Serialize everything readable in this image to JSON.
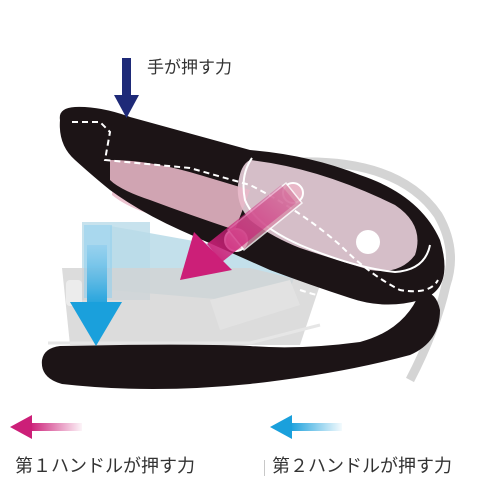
{
  "labels": {
    "hand_force": "手が押す力",
    "first_handle_force": "第１ハンドルが押す力",
    "second_handle_force": "第２ハンドルが押す力"
  },
  "colors": {
    "handle_body": "#1c1416",
    "inner_pink": "#e9b8c8",
    "inner_pink_dark": "#d88aa8",
    "pale_blue": "#b9dbe8",
    "gray_part": "#cfcfcf",
    "hand_arrow": "#1e2a78",
    "first_handle_arrow": "#cc1f78",
    "second_handle_arrow": "#1aa0dc"
  },
  "icons": {
    "hand_force_arrow": "arrow-down-icon",
    "first_handle_arrow": "arrow-down-left-icon",
    "second_handle_arrow": "arrow-down-icon",
    "legend_first": "arrow-left-icon",
    "legend_second": "arrow-left-icon"
  }
}
